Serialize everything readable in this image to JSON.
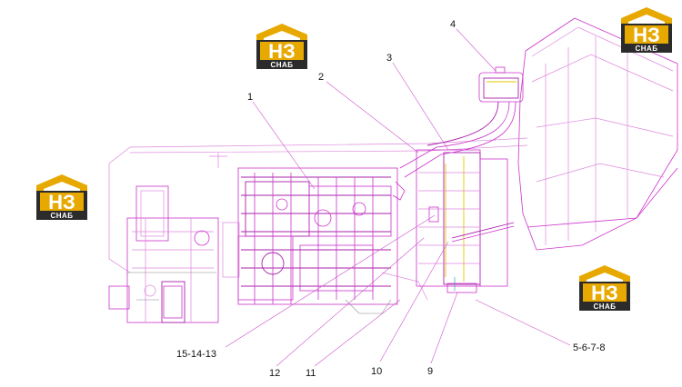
{
  "logo": {
    "top_text": "НЗ",
    "bottom_text": "СНАБ",
    "gold": "#e7a800",
    "dark": "#2b2b2b"
  },
  "callouts": {
    "c1": "1",
    "c2": "2",
    "c3": "3",
    "c4": "4",
    "c5678": "5-6-7-8",
    "c9": "9",
    "c10": "10",
    "c11": "11",
    "c12": "12",
    "c151413": "15-14-13"
  },
  "colors": {
    "line": "#cc33cc",
    "accent": "#e6c800"
  }
}
